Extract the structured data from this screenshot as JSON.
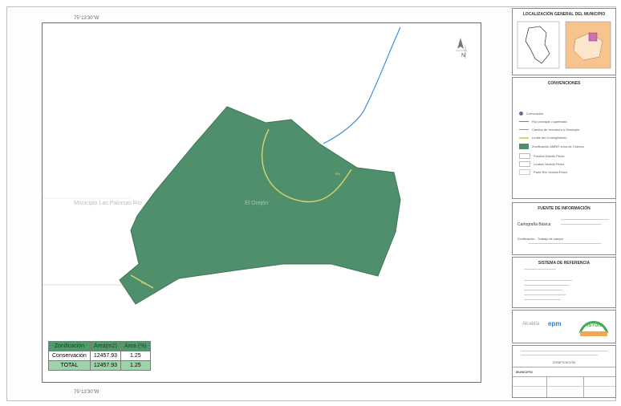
{
  "map": {
    "coord_top": "75°13'30\"W",
    "coord_bottom": "75°13'30\"W",
    "north_label": "N",
    "label_left": "Municipio Las Palomas Río",
    "label_center": "El Orejón",
    "stream_label_1": "Río",
    "stream_label_2": "Río"
  },
  "localizacion": {
    "title": "LOCALIZACIÓN GENERAL DEL MUNICIPIO"
  },
  "convenciones": {
    "title": "CONVENCIONES",
    "items": [
      "Convención",
      "Río principal o quebrada",
      "Camino de herradura o Municipio",
      "Límite del Corregimiento",
      "Zonificación AMBIT zona de Cuenca",
      "Predios Distrito Pérez",
      "Límites Vereda Pérez",
      "Parte Río Vereda Pérez"
    ]
  },
  "fuente": {
    "title": "FUENTE DE INFORMACIÓN",
    "label": "Cartografía Básica",
    "lines": [
      "Zonificación - Trabajo de campo"
    ]
  },
  "sistema": {
    "title": "SISTEMA DE REFERENCIA"
  },
  "logos": {
    "left": "Alcaldía",
    "mid": "epm",
    "right": "ASTUR"
  },
  "title_block": {
    "title": "ZONIFICACIÓN",
    "subtitle": "MUNICIPIO"
  },
  "table": {
    "headers": [
      "Zonificación",
      "Área(m2)",
      "Área (%)"
    ],
    "rows": [
      [
        "Conservación",
        "12457.93",
        "1.25"
      ],
      [
        "TOTAL",
        "12457.93",
        "1.25"
      ]
    ]
  },
  "colors": {
    "polygon": "#4f8f6c",
    "stream": "#3f8fe0",
    "boundary": "#d8d66a"
  }
}
